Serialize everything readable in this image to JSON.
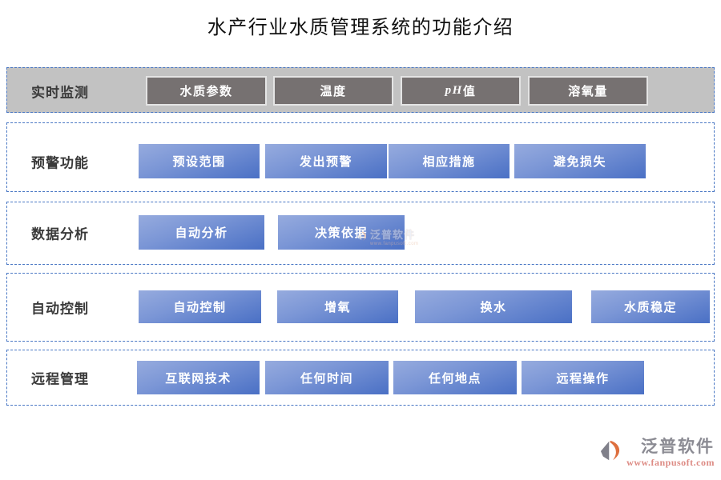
{
  "title": "水产行业水质管理系统的功能介绍",
  "rows": [
    {
      "label": "实时监测",
      "style": "gray",
      "buttons": [
        {
          "label": "水质参数"
        },
        {
          "label": "温度"
        },
        {
          "label": "pH值"
        },
        {
          "label": "溶氧量"
        }
      ]
    },
    {
      "label": "预警功能",
      "style": "blue",
      "buttons": [
        {
          "label": "预设范围"
        },
        {
          "label": "发出预警"
        },
        {
          "label": "相应措施"
        },
        {
          "label": "避免损失"
        }
      ]
    },
    {
      "label": "数据分析",
      "style": "blue",
      "buttons": [
        {
          "label": "自动分析"
        },
        {
          "label": "决策依据"
        }
      ]
    },
    {
      "label": "自动控制",
      "style": "blue",
      "buttons": [
        {
          "label": "自动控制"
        },
        {
          "label": "增氧"
        },
        {
          "label": "换水"
        },
        {
          "label": "水质稳定"
        }
      ]
    },
    {
      "label": "远程管理",
      "style": "blue",
      "buttons": [
        {
          "label": "互联网技术"
        },
        {
          "label": "任何时间"
        },
        {
          "label": "任何地点"
        },
        {
          "label": "远程操作"
        }
      ]
    }
  ],
  "watermark": {
    "text": "泛普软件",
    "subtext": "www.fanpusoft.com"
  },
  "brand": {
    "name": "泛普软件",
    "url": "www.fanpusoft.com"
  },
  "colors": {
    "accent_blue_border": "#4977c4",
    "row_gray": "#c2c2c2",
    "dark_button": "#767171",
    "blue_gradient_start": "#96abde",
    "blue_gradient_end": "#4a70c5",
    "logo_orange": "#de6f3e",
    "logo_gray": "#8b8b93",
    "url_salmon": "#dd8b84"
  }
}
